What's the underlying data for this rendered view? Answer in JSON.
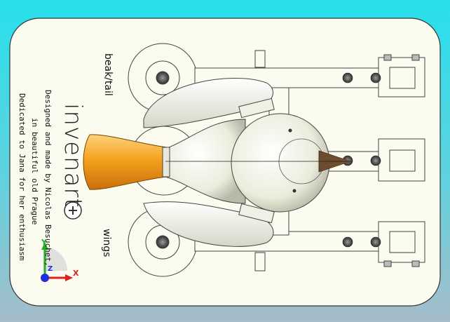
{
  "drawing": {
    "brand_name": "invenart",
    "credit_line_1": "Designed and made by Nicolas Besuchet,",
    "credit_line_2": "in beautiful old Prague",
    "credit_line_3": "Dedicated to Jana for her enthusiasm",
    "callout_top": "beak/tail",
    "callout_bottom": "wings"
  },
  "triad": {
    "y_label": "Y",
    "x_label": "X",
    "z_label": "Z"
  },
  "colors": {
    "background_top": "#27e0ec",
    "sheet": "#fbfbf0",
    "horn_orange": "#f5a21f",
    "axis_x": "#e02020",
    "axis_y": "#20b020",
    "axis_z": "#2030e0"
  }
}
